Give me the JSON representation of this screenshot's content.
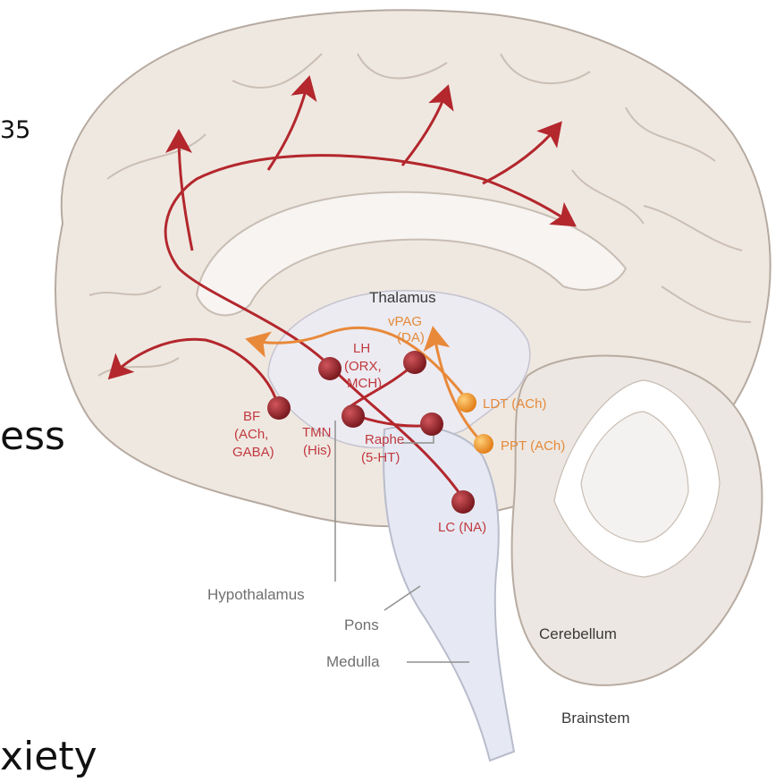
{
  "slide_fragments": {
    "top_number": "35",
    "mid_word": "ess",
    "bottom_word": "xiety"
  },
  "colors": {
    "brain_fill": "#efe8e1",
    "brain_edge": "#b6aaa0",
    "inner_fill": "#e9ecf4",
    "red_pathway": "#b3272d",
    "orange_pathway": "#e8893a",
    "red_node": "#8e1f24",
    "orange_node": "#f09a2e"
  },
  "labels": {
    "thalamus": "Thalamus",
    "vpag": "vPAG",
    "vpag_nt": "(DA)",
    "lh": "LH",
    "lh_nt1": "(ORX,",
    "lh_nt2": "MCH)",
    "bf": "BF",
    "bf_nt1": "(ACh,",
    "bf_nt2": "GABA)",
    "tmn": "TMN",
    "tmn_nt": "(His)",
    "raphe": "Raphe",
    "raphe_nt": "(5-HT)",
    "ldt": "LDT (ACh)",
    "ppt": "PPT (ACh)",
    "lc": "LC (NA)",
    "hypothalamus": "Hypothalamus",
    "pons": "Pons",
    "medulla": "Medulla",
    "cerebellum": "Cerebellum",
    "brainstem": "Brainstem"
  }
}
